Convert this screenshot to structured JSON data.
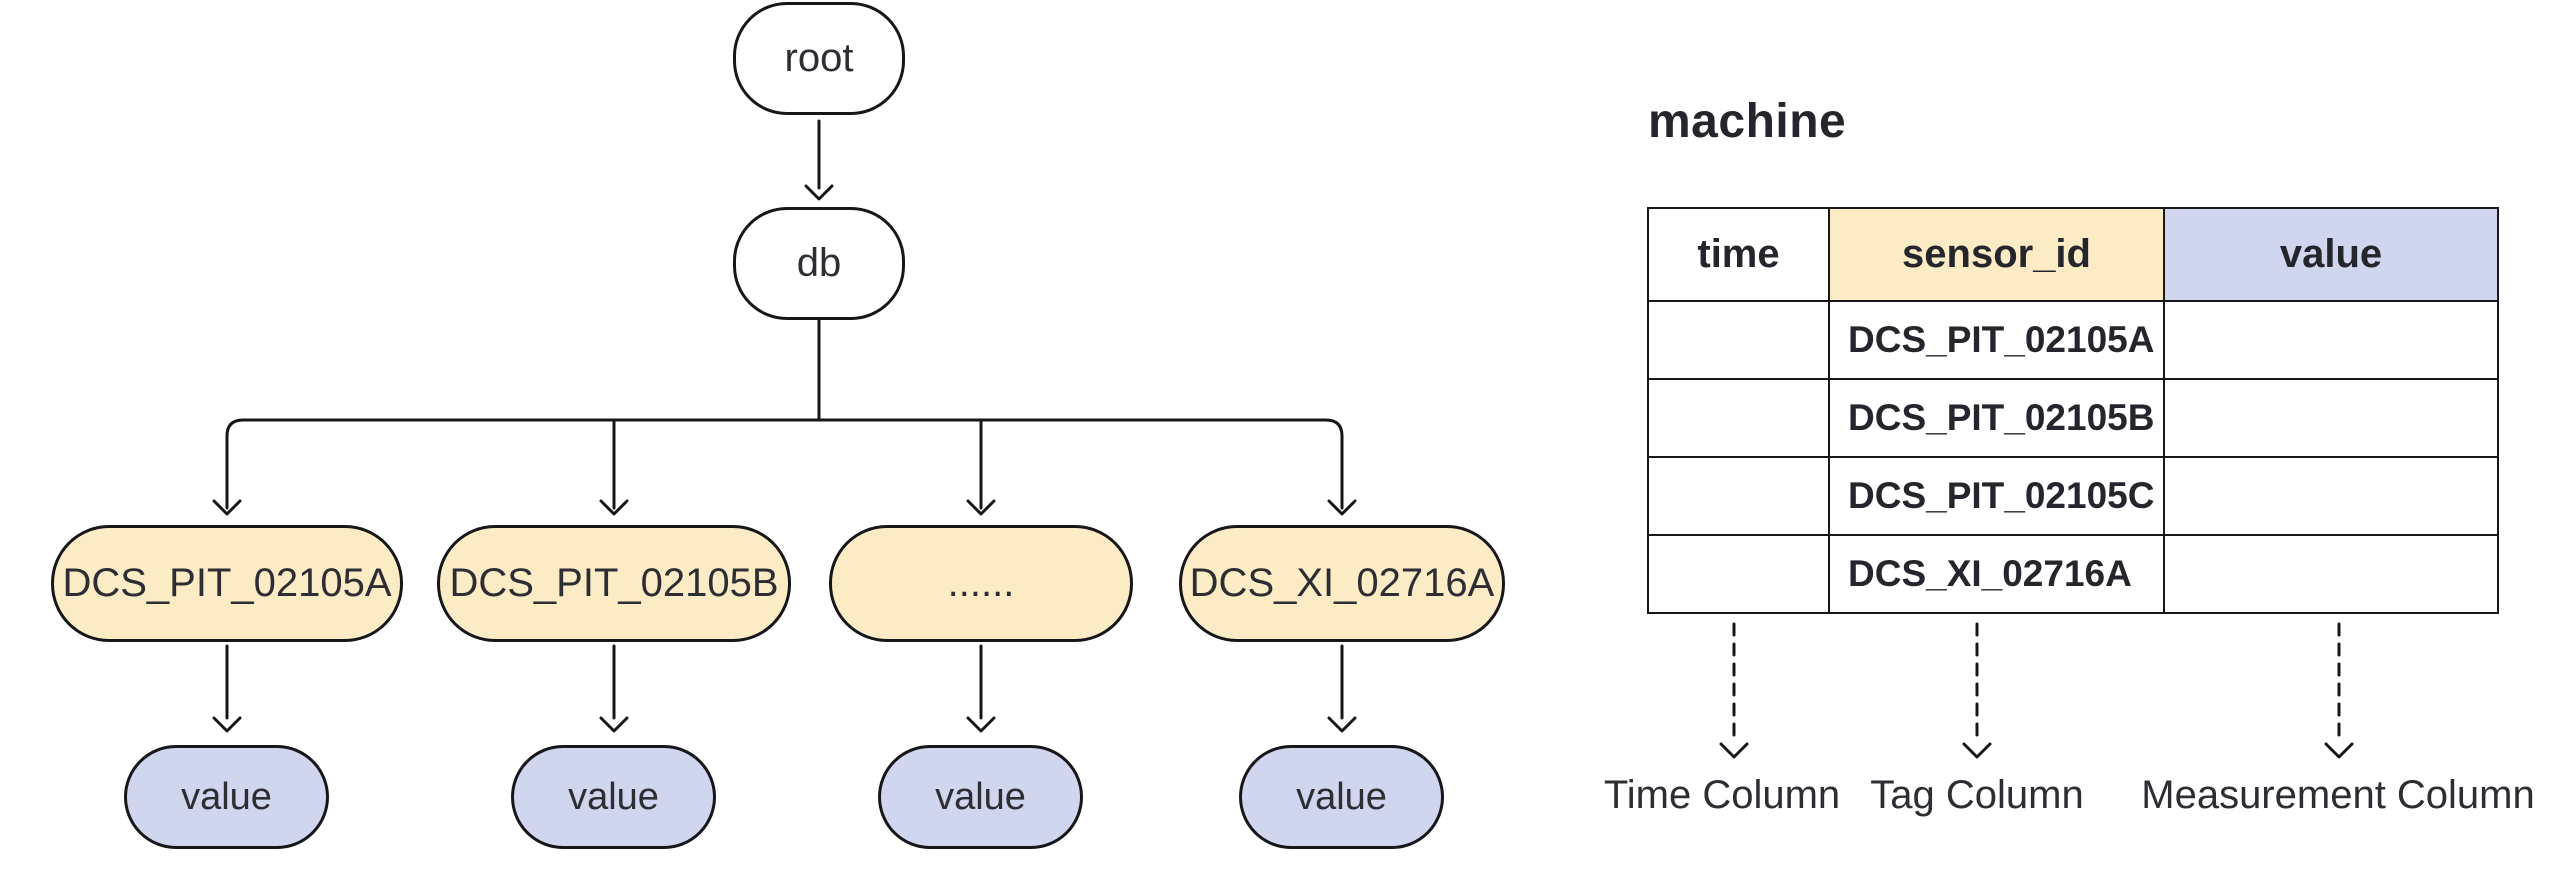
{
  "diagram": {
    "root_label": "root",
    "db_label": "db",
    "children": [
      {
        "label": "DCS_PIT_02105A"
      },
      {
        "label": "DCS_PIT_02105B"
      },
      {
        "label": "......"
      },
      {
        "label": "DCS_XI_02716A"
      }
    ],
    "values": [
      "value",
      "value",
      "value",
      "value"
    ]
  },
  "table": {
    "title": "machine",
    "columns": [
      "time",
      "sensor_id",
      "value"
    ],
    "rows": [
      {
        "time": "",
        "sensor_id": "DCS_PIT_02105A",
        "value": ""
      },
      {
        "time": "",
        "sensor_id": "DCS_PIT_02105B",
        "value": ""
      },
      {
        "time": "",
        "sensor_id": "DCS_PIT_02105C",
        "value": ""
      },
      {
        "time": "",
        "sensor_id": "DCS_XI_02716A",
        "value": ""
      }
    ],
    "annotations": [
      "Time Column",
      "Tag Column",
      "Measurement Column"
    ]
  },
  "colors": {
    "node_yellow": "#FBECC5",
    "node_lavender": "#D0D6EE",
    "header_yellow": "#FBECC5",
    "header_lavender": "#D0D6EE",
    "line": "#17171b",
    "text": "#2d2d33",
    "title": "#25252d"
  }
}
